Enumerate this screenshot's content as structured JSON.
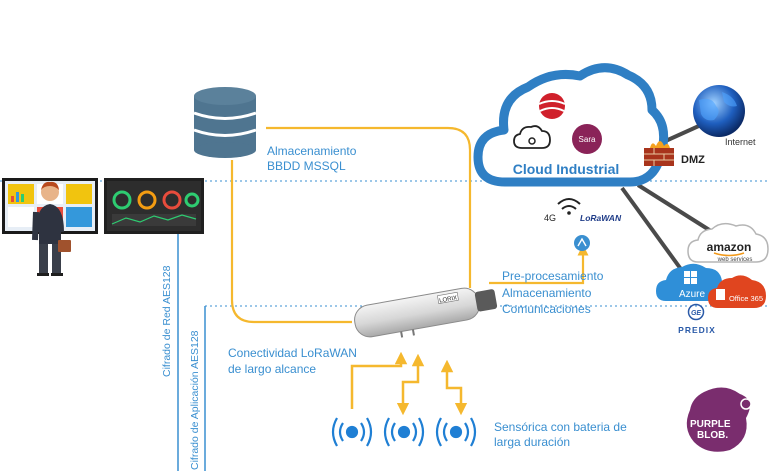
{
  "labels": {
    "storage": [
      "Almacenamiento",
      "BBDD MSSQL"
    ],
    "preprocess": [
      "Pre-procesamiento",
      "Almacenamiento",
      "Comunicaciones"
    ],
    "lorawan": [
      "Conectividad LoRaWAN",
      "de largo alcance"
    ],
    "sensors": [
      "Sensórica con bateria de",
      "larga duración"
    ],
    "cipher_net": "Cifrado de Red AES128",
    "cipher_app": "Cifrado de Aplicación AES128",
    "cloud": "Cloud Industrial",
    "dmz": "DMZ",
    "internet": "Internet",
    "net_4g": "4G",
    "lorawan_logo": "LoRaWAN",
    "gateway": "LORIX",
    "sara_logo": "Sara",
    "amazon": "amazon",
    "aws_sub": "web services",
    "azure": "Azure",
    "office": "Office 365",
    "predix": "PREDIX",
    "ge": "GE",
    "purpleblob": [
      "PURPLE",
      "BLOB."
    ]
  },
  "colors": {
    "accent_blue": "#3a8fd0",
    "connector_orange": "#f5b82e",
    "dark_line": "#4a4a4a",
    "cloud_border": "#2f7fc4",
    "purple": "#7a2d6e",
    "azure": "#2f8fd8",
    "office": "#e0451f",
    "amazon_orange": "#f2991a"
  },
  "icons": [
    "database-icon",
    "cloud-icon",
    "globe-icon",
    "firewall-icon",
    "wifi-icon",
    "gateway-device-icon",
    "sensor-icon",
    "operator-person-icon",
    "dashboard-screen-icon"
  ]
}
